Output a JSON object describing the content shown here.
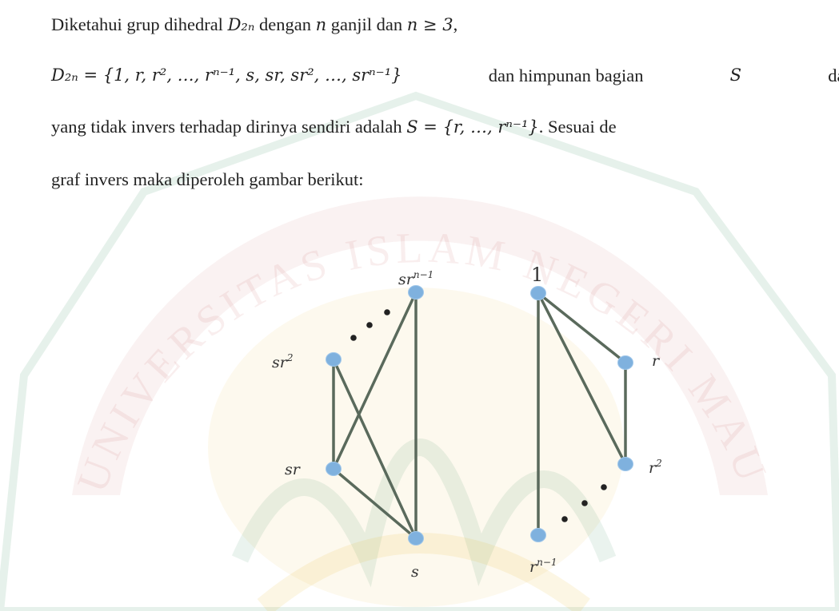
{
  "paragraph": {
    "line1_a": "Diketahui grup dihedral ",
    "line1_b": " dengan ",
    "line1_c": " ganjil dan ",
    "line1_d": ",",
    "line2_mid": "dan  himpunan  bagian",
    "line2_end": "dar",
    "line3_a": "yang tidak invers terhadap dirinya sendiri adalah ",
    "line3_b": ". Sesuai de",
    "line4": "graf invers maka diperoleh gambar berikut:"
  },
  "math": {
    "D2n": "D₂ₙ",
    "n": "n",
    "n_ge_3": "n ≥ 3",
    "set_D2n": "D₂ₙ = {1, r, r², …, rⁿ⁻¹, s, sr, sr², …, srⁿ⁻¹}",
    "S": "S",
    "set_S": "S = {r, …, rⁿ⁻¹}"
  },
  "graph": {
    "nodes": [
      {
        "id": "sr_n1",
        "label": "sr",
        "sup": "n−1"
      },
      {
        "id": "sr2",
        "label": "sr",
        "sup": "2"
      },
      {
        "id": "sr",
        "label": "sr",
        "sup": ""
      },
      {
        "id": "s",
        "label": "s",
        "sup": ""
      },
      {
        "id": "one",
        "label": "1",
        "sup": ""
      },
      {
        "id": "r",
        "label": "r",
        "sup": ""
      },
      {
        "id": "r2",
        "label": "r",
        "sup": "2"
      },
      {
        "id": "r_n1",
        "label": "r",
        "sup": "n−1"
      }
    ],
    "edges": [
      [
        "sr2",
        "sr"
      ],
      [
        "sr2",
        "s"
      ],
      [
        "sr",
        "sr_n1"
      ],
      [
        "sr",
        "s"
      ],
      [
        "sr_n1",
        "s"
      ],
      [
        "one",
        "r"
      ],
      [
        "r",
        "r2"
      ],
      [
        "one",
        "r2"
      ],
      [
        "one",
        "r_n1"
      ]
    ],
    "ellipsis": "…",
    "node_color": "#7fb1de",
    "edge_color": "#5a6a5c"
  },
  "watermark": {
    "text": "UNIVERSITAS ISLAM NEGERI MAULANA MALIK IBRAHIM",
    "color_green": "#2e8b57",
    "color_red": "#b22222",
    "color_gold": "#e6b820"
  }
}
